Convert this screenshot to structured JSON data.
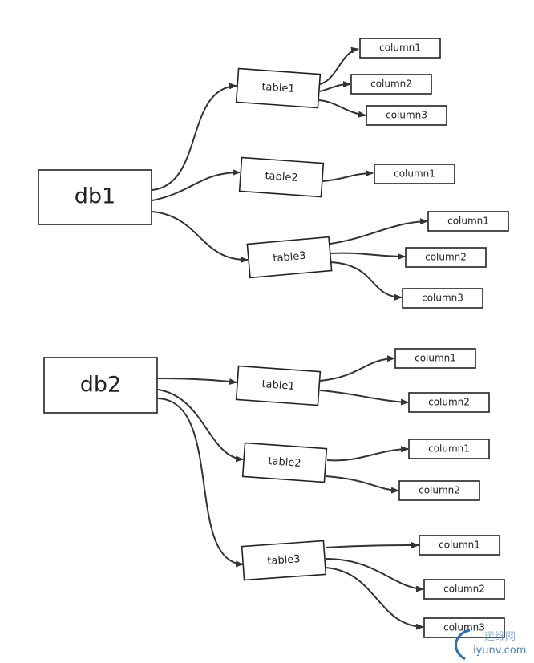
{
  "groups": [
    {
      "db": "db1",
      "tables": [
        {
          "label": "table1",
          "columns": [
            "column1",
            "column2",
            "column3"
          ]
        },
        {
          "label": "table2",
          "columns": [
            "column1"
          ]
        },
        {
          "label": "table3",
          "columns": [
            "column1",
            "column2",
            "column3"
          ]
        }
      ]
    },
    {
      "db": "db2",
      "tables": [
        {
          "label": "table1",
          "columns": [
            "column1",
            "column2"
          ]
        },
        {
          "label": "table2",
          "columns": [
            "column1",
            "column2"
          ]
        },
        {
          "label": "table3",
          "columns": [
            "column1",
            "column2",
            "column3"
          ]
        }
      ]
    }
  ],
  "watermark": {
    "top": "运维网",
    "bottom": "iyunv.com"
  },
  "colors": {
    "stroke": "#222222",
    "edge": "#333333",
    "watermark": "#2a6fb0"
  }
}
